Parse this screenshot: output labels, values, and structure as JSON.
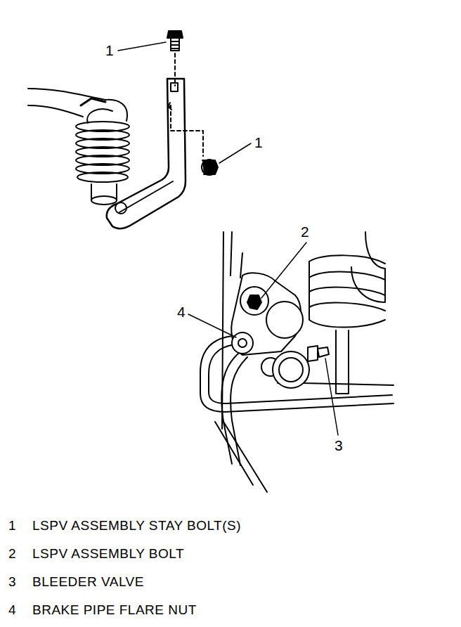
{
  "diagram": {
    "labels": [
      "1",
      "1",
      "2",
      "3",
      "4",
      "1",
      "LSPV ASSEMBLY STAY BOLT(S)",
      "2",
      "LSPV ASSEMBLY BOLT",
      "3",
      "BLEEDER VALVE",
      "4",
      "BRAKE PIPE FLARE NUT"
    ]
  }
}
